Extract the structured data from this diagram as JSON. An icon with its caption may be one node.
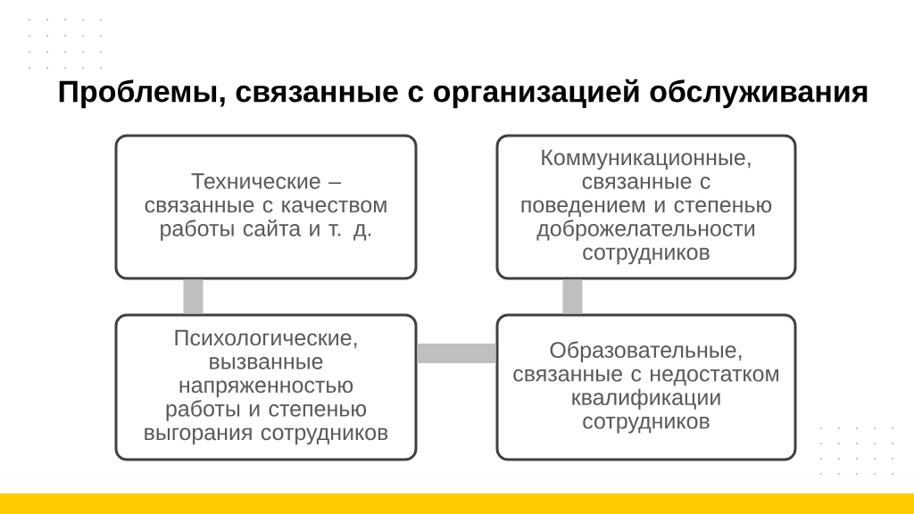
{
  "diagram": {
    "title": "Проблемы, связанные с организацией обслуживания",
    "nodes": [
      {
        "text": [
          "Технические – связанные с качеством работы сайта и т. д."
        ]
      },
      {
        "text": [
          "Коммуникационные, связанные с поведением и степенью доброжелательности сотрудников"
        ]
      },
      {
        "text": [
          "Психологические, вызванные напряженностью работы и степенью выгорания сотрудников"
        ]
      },
      {
        "text": [
          "Образовательные, связанные с недостатком квалификации сотрудников"
        ]
      }
    ],
    "edges": [
      {
        "from": 0,
        "to": 2,
        "arrow": "none"
      },
      {
        "from": 2,
        "to": 3,
        "arrow": "none"
      },
      {
        "from": 1,
        "to": 3,
        "arrow": "none"
      }
    ]
  }
}
